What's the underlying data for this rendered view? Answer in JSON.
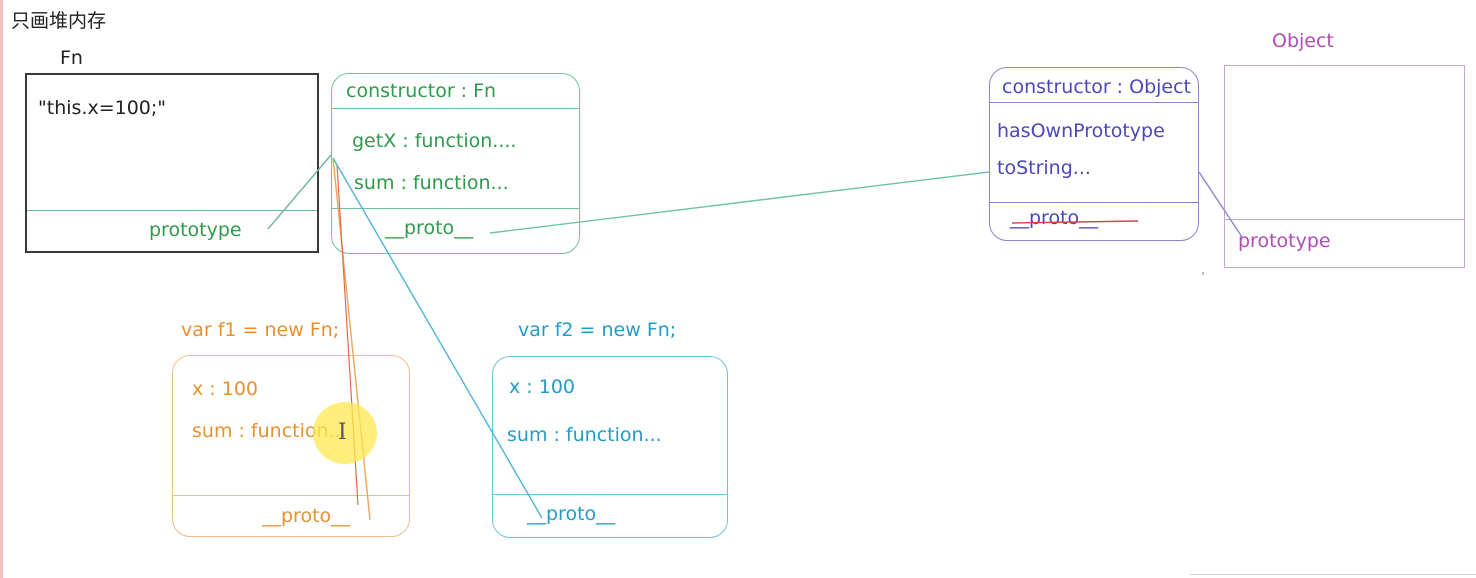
{
  "heading": "只画堆内存",
  "fn": {
    "name": "Fn",
    "body": "\"this.x=100;\"",
    "prototype_label": "prototype"
  },
  "fn_prototype": {
    "constructor": "constructor : Fn",
    "getX": "getX : function....",
    "sum": "sum : function...",
    "proto": "__proto__"
  },
  "object_prototype": {
    "constructor": "constructor : Object",
    "hasOwn": "hasOwnPrototype",
    "toString": "toString...",
    "proto": "__proto__"
  },
  "object": {
    "name": "Object",
    "prototype_label": "prototype"
  },
  "f1": {
    "decl": "var f1 = new Fn;",
    "x": "x : 100",
    "sum": "sum : function...",
    "proto": "__proto__"
  },
  "f2": {
    "decl": "var f2 = new Fn;",
    "x": "x : 100",
    "sum": "sum : function...",
    "proto": "__proto__"
  },
  "colors": {
    "fn_border": "#3a3a3a",
    "fn_proto": "#2e9a4c",
    "object_proto": "#4a48b8",
    "object": "#b04cb3",
    "f1": "#e8902f",
    "f2": "#239cc6",
    "cursor_highlight": "#ffe850"
  },
  "icons": {
    "cursor": "text-cursor-icon"
  }
}
